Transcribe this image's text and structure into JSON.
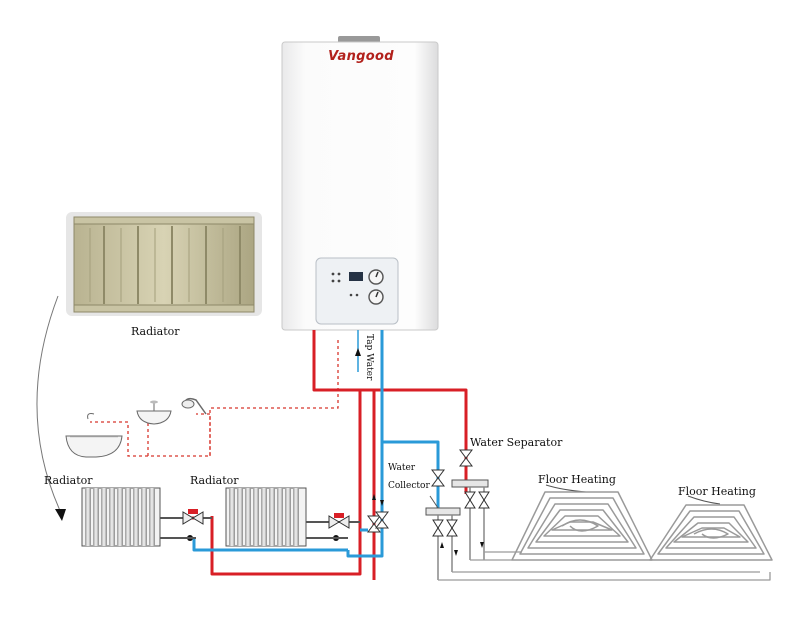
{
  "brand": {
    "name": "Vangood"
  },
  "labels": {
    "radiator_top": "Radiator",
    "radiator_left": "Radiator",
    "radiator_mid": "Radiator",
    "tap_water": "Tap Water",
    "water_separator": "Water Separator",
    "water_collector_line1": "Water",
    "water_collector_line2": "Collector",
    "floor_heating_1": "Floor Heating",
    "floor_heating_2": "Floor Heating"
  },
  "colors": {
    "hot_pipe": "#d81f26",
    "cold_pipe": "#2a9ad8",
    "floor_pipe": "#9a9a9a",
    "tap_line": "#d8362c",
    "brand": "#b2211c"
  }
}
